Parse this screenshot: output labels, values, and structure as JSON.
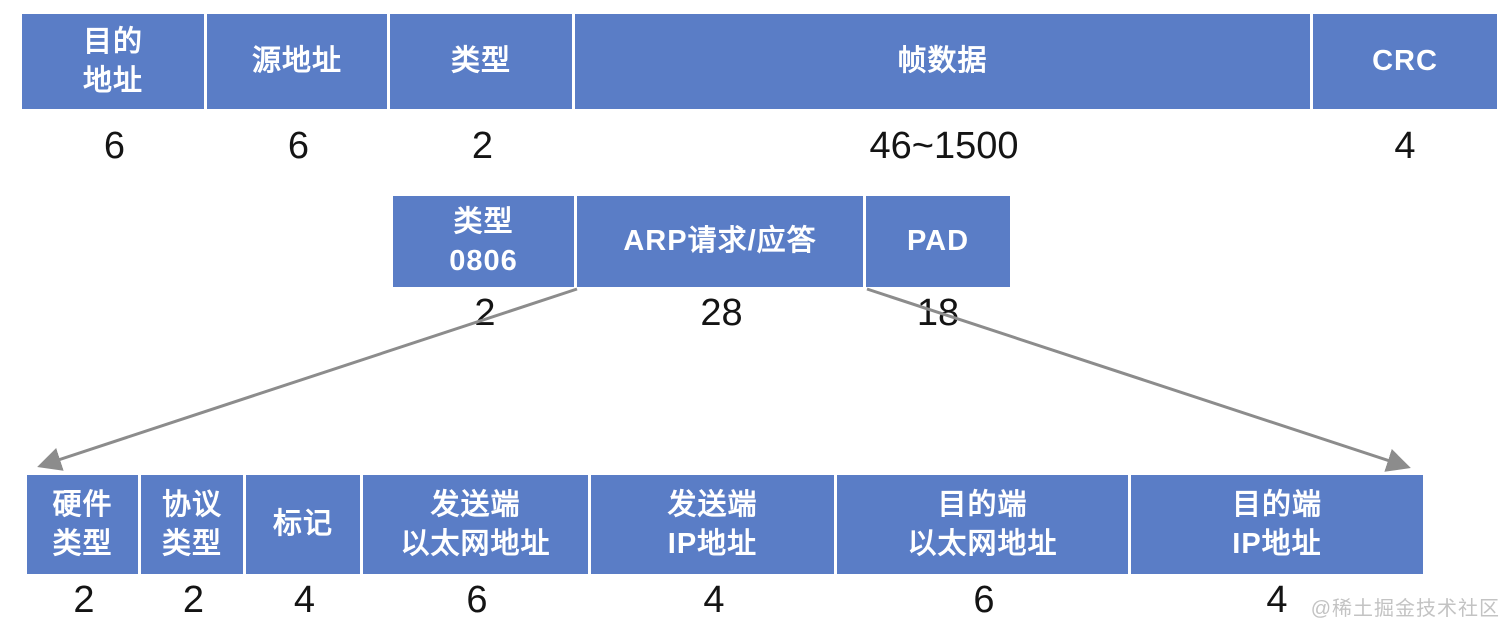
{
  "colors": {
    "cell_blue": "#5a7dc6",
    "cell_text": "#ffffff",
    "number_text": "#141414",
    "arrow_gray": "#8c8c8c",
    "watermark_gray": "#c3c3c3"
  },
  "ethernet_frame": {
    "fields": [
      {
        "label": "目的\n地址",
        "size": "6"
      },
      {
        "label": "源地址",
        "size": "6"
      },
      {
        "label": "类型",
        "size": "2"
      },
      {
        "label": "帧数据",
        "size": "46~1500"
      },
      {
        "label": "CRC",
        "size": "4"
      }
    ]
  },
  "frame_data_detail": {
    "fields": [
      {
        "label": "类型\n0806",
        "size": "2"
      },
      {
        "label": "ARP请求/应答",
        "size": "28"
      },
      {
        "label": "PAD",
        "size": "18"
      }
    ]
  },
  "arp_packet_detail": {
    "fields": [
      {
        "label": "硬件\n类型",
        "size": "2"
      },
      {
        "label": "协议\n类型",
        "size": "2"
      },
      {
        "label": "标记",
        "size": "4"
      },
      {
        "label": "发送端\n以太网地址",
        "size": "6"
      },
      {
        "label": "发送端\nIP地址",
        "size": "4"
      },
      {
        "label": "目的端\n以太网地址",
        "size": "6"
      },
      {
        "label": "目的端\nIP地址",
        "size": "4"
      }
    ]
  },
  "watermark": "@稀土掘金技术社区"
}
